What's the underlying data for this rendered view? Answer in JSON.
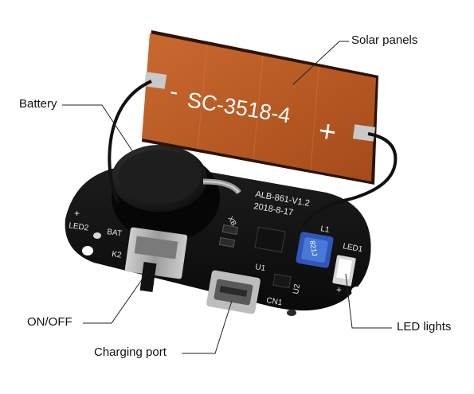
{
  "callouts": {
    "solar_panels": "Solar panels",
    "battery": "Battery",
    "on_off": "ON/OFF",
    "charging_port": "Charging port",
    "led_lights": "LED lights"
  },
  "panel": {
    "minus": "-",
    "model": "SC-3518-4",
    "plus": "+"
  },
  "board": {
    "model": "ALB-861-V1.2",
    "date": "2018-8-17",
    "silkscreen": {
      "led2": "LED2",
      "led1": "LED1",
      "bat": "BAT",
      "k2": "K2",
      "l1": "L1",
      "u1": "U1",
      "u2": "U2",
      "cn1": "CN1",
      "xb": "XB",
      "plus_left": "+",
      "plus_right": "+"
    },
    "inductor_code": "821J"
  }
}
